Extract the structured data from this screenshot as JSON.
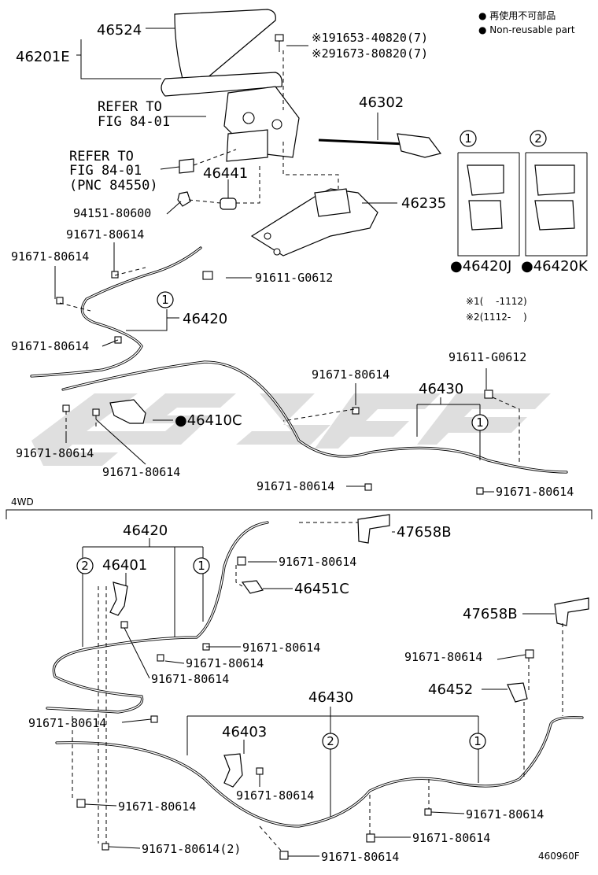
{
  "legend": {
    "jp": "● 再使用不可部品",
    "en": "● Non-reusable part"
  },
  "notes": {
    "n1": "※1(　 -1112)",
    "n2": "※2(1112-　 )"
  },
  "top_labels": {
    "p46524": "46524",
    "p46201E": "46201E",
    "ref1a": "REFER TO",
    "ref1b": "FIG 84-01",
    "ref2a": "REFER TO",
    "ref2b": "FIG 84-01",
    "ref2c": "(PNC 84550)",
    "bolt1": "※191653-40820(7)",
    "bolt2": "※291673-80820(7)",
    "p46302": "46302",
    "p46441": "46441",
    "p94151": "94151-80600",
    "p46235": "46235",
    "p91671_a": "91671-80614",
    "p91671_b": "91671-80614",
    "p91611_a": "91611-G0612",
    "p46420_top": "46420",
    "p91671_c": "91671-80614",
    "p91671_d": "91671-80614",
    "p91611_b": "91611-G0612",
    "p46430_top": "46430",
    "p46410C": "●46410C",
    "p91671_e": "91671-80614",
    "p91671_f": "91671-80614",
    "p91671_g": "91671-80614",
    "p91671_h": "91671-80614",
    "p46420J": "●46420J",
    "p46420K": "●46420K",
    "c1": "1",
    "c2": "2",
    "c1b": "1",
    "c1c": "1"
  },
  "section_4wd": {
    "title": "4WD",
    "p46420": "46420",
    "p46401": "46401",
    "p91671_1": "91671-80614",
    "p46451C": "46451C",
    "p47658B_1": "47658B",
    "p47658B_2": "47658B",
    "p91671_2": "91671-80614",
    "p91671_3": "91671-80614",
    "p91671_4": "91671-80614",
    "p91671_5": "91671-80614",
    "p46452": "46452",
    "p46430": "46430",
    "p91671_6": "91671-80614",
    "p46403": "46403",
    "p91671_7": "91671-80614",
    "p91671_8": "91671-80614",
    "p91671_9": "91671-80614",
    "p91671_10": "91671-80614",
    "p91671_11": "91671-80614(2)",
    "p91671_12": "91671-80614",
    "c2a": "2",
    "c1a": "1",
    "c2b": "2",
    "c1b": "1"
  },
  "footer": {
    "code": "460960F"
  },
  "watermark": {
    "color": "#d9d9d9"
  }
}
